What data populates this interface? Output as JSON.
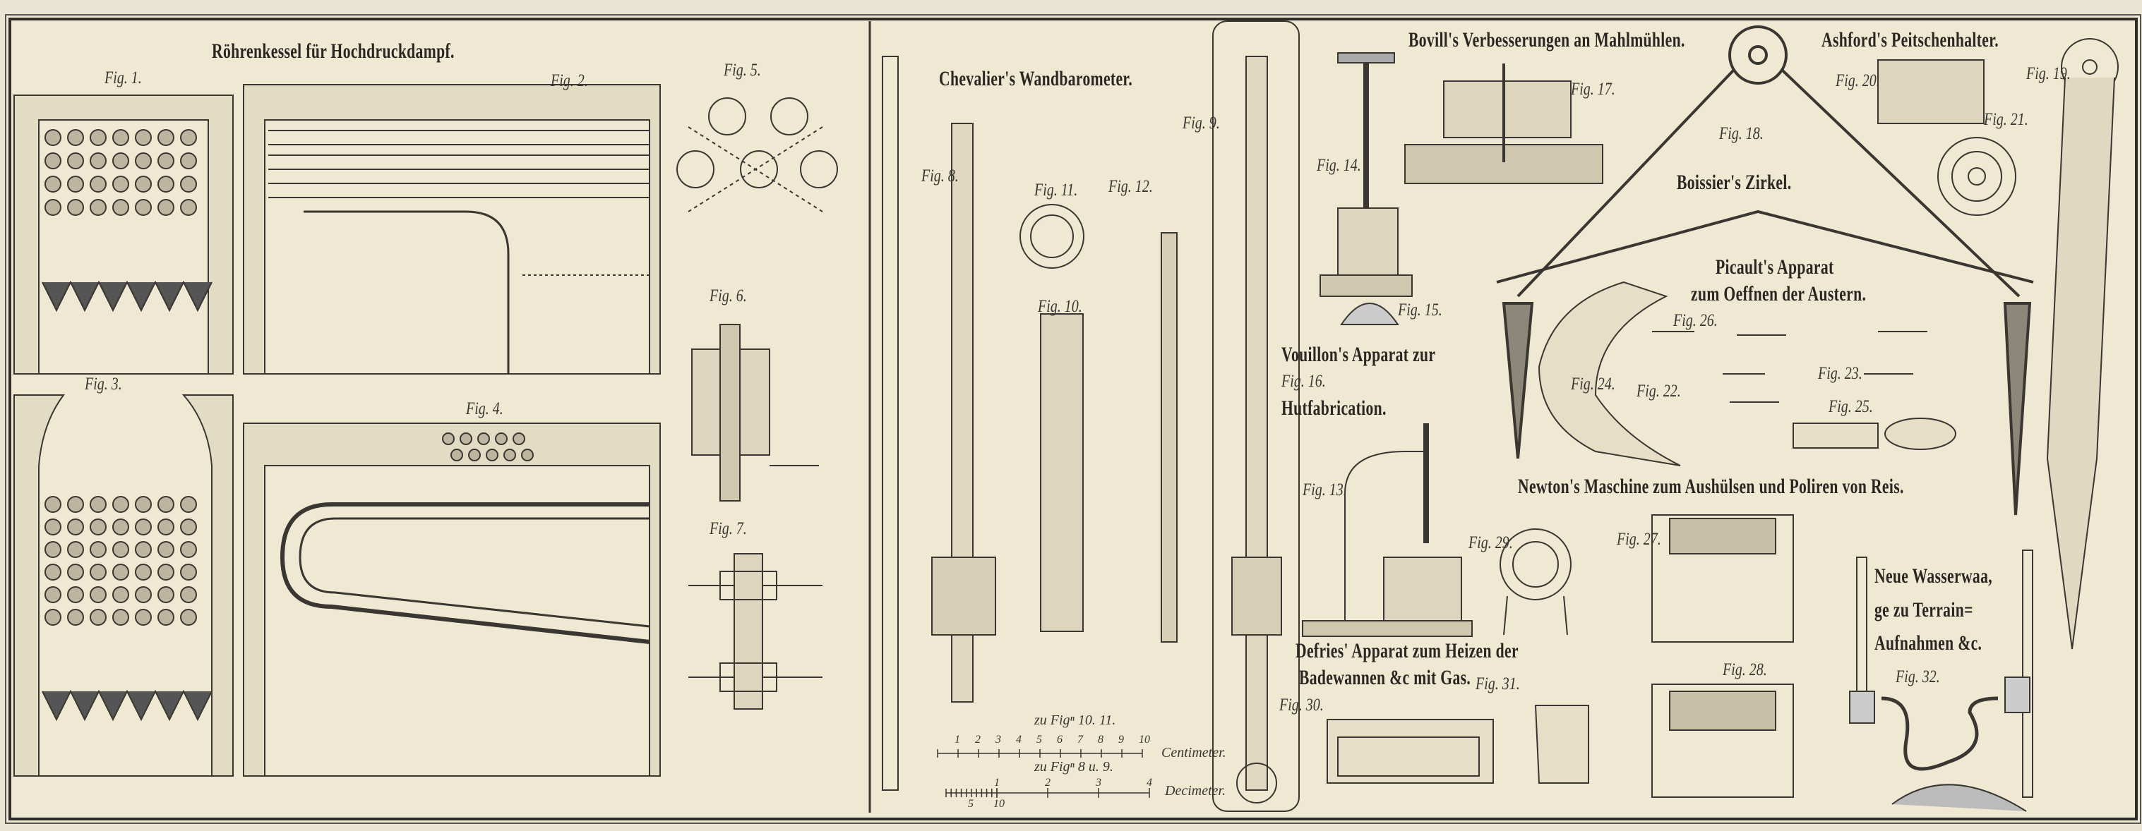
{
  "titles": {
    "boiler": "Röhrenkessel für Hochdruckdampf.",
    "barometer": "Chevalier's Wandbarometer.",
    "mill": "Bovill's Verbesserungen an Mahlmühlen.",
    "whip": "Ashford's Peitschenhalter.",
    "compass": "Boissier's Zirkel.",
    "oyster_1": "Picault's Apparat",
    "oyster_2": "zum Oeffnen der Austern.",
    "hat_1": "Vouillon's Apparat zur",
    "hat_2": "Hutfabrication.",
    "rice": "Newton's Maschine zum Aushülsen und Poliren von Reis.",
    "bath_1": "Defries'  Apparat zum Heizen der",
    "bath_2": "Badewannen &c mit Gas.",
    "level_1": "Neue Wasserwaa,",
    "level_2": "ge zu Terrain=",
    "level_3": "Aufnahmen &c."
  },
  "figures": [
    "Fig. 1.",
    "Fig. 2.",
    "Fig. 3.",
    "Fig. 4.",
    "Fig. 5.",
    "Fig. 6.",
    "Fig. 7.",
    "Fig. 8.",
    "Fig. 9.",
    "Fig. 10.",
    "Fig. 11.",
    "Fig. 12.",
    "Fig. 13.",
    "Fig. 14.",
    "Fig. 15.",
    "Fig. 16.",
    "Fig. 17.",
    "Fig. 18.",
    "Fig. 19.",
    "Fig. 20.",
    "Fig. 21.",
    "Fig. 22.",
    "Fig. 23.",
    "Fig. 24.",
    "Fig. 25.",
    "Fig. 26.",
    "Fig. 27.",
    "Fig. 28.",
    "Fig. 29.",
    "Fig. 30.",
    "Fig. 31.",
    "Fig. 32."
  ],
  "scales": {
    "centimeter_caption": "zu Figⁿ 10. 11.",
    "centimeter_unit": "Centimeter.",
    "centimeter_ticks": [
      "1",
      "2",
      "3",
      "4",
      "5",
      "6",
      "7",
      "8",
      "9",
      "10"
    ],
    "decimeter_caption": "zu Figⁿ 8 u. 9.",
    "decimeter_unit": "Decimeter.",
    "decimeter_ticks": [
      "1",
      "2",
      "3",
      "4"
    ],
    "decimeter_subticks": [
      "5",
      "10"
    ]
  },
  "colors": {
    "paper": "#efe8d2",
    "ink": "#2b2824"
  }
}
